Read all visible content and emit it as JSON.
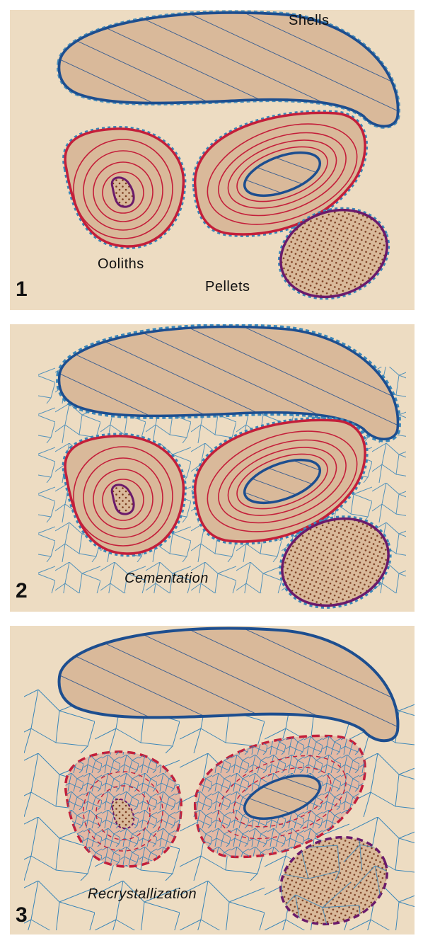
{
  "panels": [
    {
      "number": "1",
      "labels": {
        "shells": "Shells",
        "ooliths": "Ooliths",
        "pellets": "Pellets"
      }
    },
    {
      "number": "2",
      "caption": "Cementation"
    },
    {
      "number": "3",
      "caption": "Recrystallization"
    }
  ],
  "colors": {
    "background": "#eddcc2",
    "grain_fill": "#d9b99a",
    "shell_outline": "#1d4e8f",
    "oolith_outline": "#c41e3a",
    "pellet_outline": "#6b1a6b",
    "cement": "#3a86b8",
    "pellet_dots": "#7a3b1f"
  }
}
